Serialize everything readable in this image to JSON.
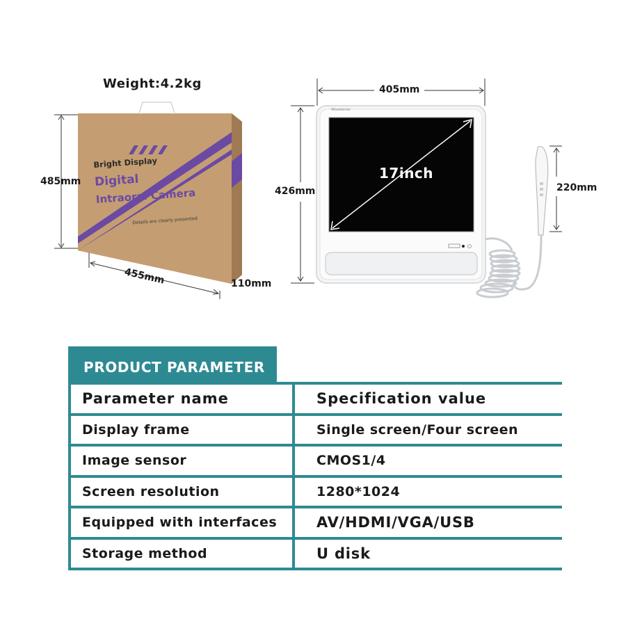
{
  "box": {
    "weight": "Weight:4.2kg",
    "height_label": "485mm",
    "width_label": "455mm",
    "depth_label": "110mm",
    "print_line1": "Bright Display",
    "print_line2": "Digital",
    "print_line3": "Intraoral Camera",
    "print_line4": "Details are clearly presented",
    "colors": {
      "cardboard": "#c09a6e",
      "purple": "#6b4aa3"
    }
  },
  "monitor": {
    "width_label": "405mm",
    "height_label": "426mm",
    "screen_label": "17inch",
    "brand": "Wisedental",
    "handpiece_label": "220mm"
  },
  "table": {
    "title": "PRODUCT PARAMETER",
    "accent": "#2e8a92",
    "header": {
      "name": "Parameter name",
      "value": "Specification value"
    },
    "rows": [
      {
        "name": "Display frame",
        "value": "Single screen/Four screen"
      },
      {
        "name": "Image sensor",
        "value": "CMOS1/4"
      },
      {
        "name": "Screen resolution",
        "value": "1280*1024"
      },
      {
        "name": "Equipped with interfaces",
        "value": "AV/HDMI/VGA/USB"
      },
      {
        "name": "Storage method",
        "value": "U disk"
      }
    ]
  }
}
